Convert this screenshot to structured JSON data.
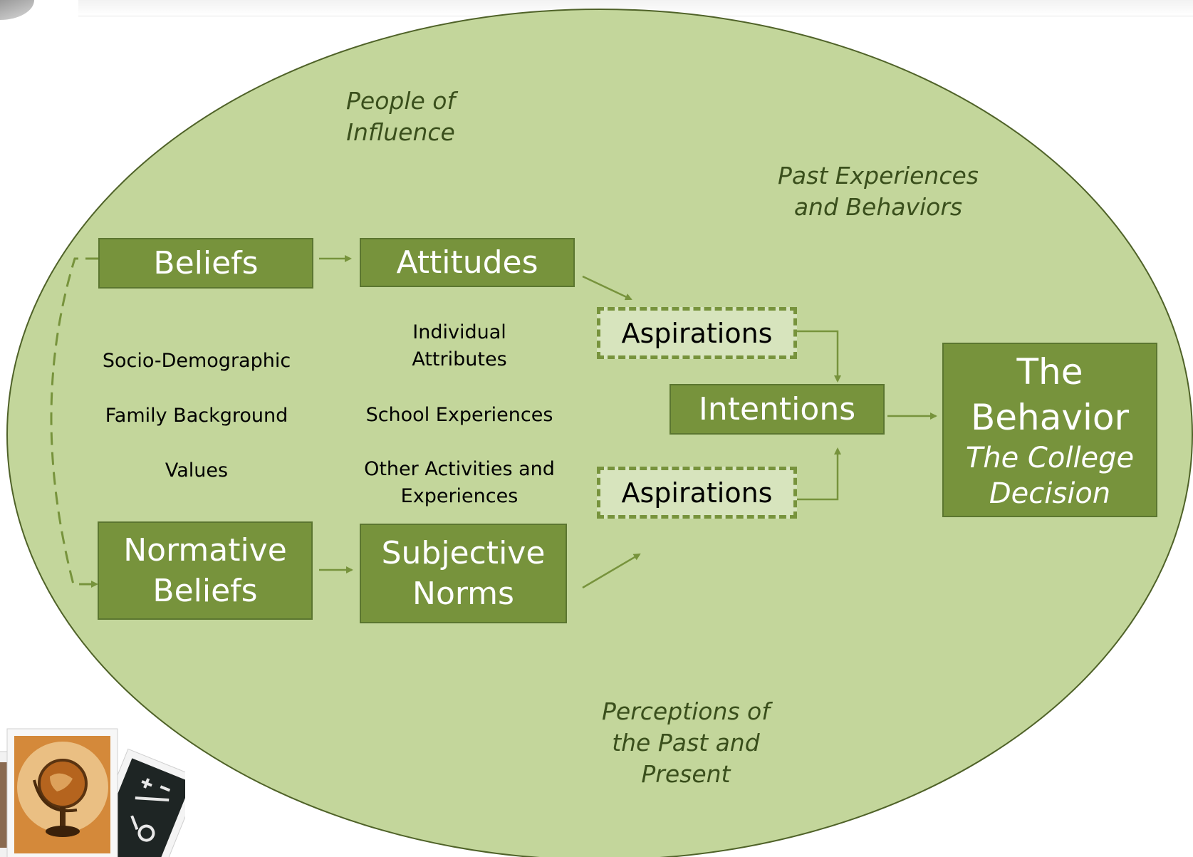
{
  "colors": {
    "ellipse_fill": "#c3d69b",
    "ellipse_stroke": "#4f6228",
    "box_fill": "#77933c",
    "box_border": "#5b7630",
    "dashed_fill": "#d7e4bd",
    "arrow": "#77933c",
    "italic_text": "#3a4f1c"
  },
  "context_labels": {
    "people_of_influence": [
      "People of",
      "Influence"
    ],
    "past_experiences": [
      "Past Experiences",
      "and Behaviors"
    ],
    "perceptions": [
      "Perceptions of",
      "the Past and",
      "Present"
    ]
  },
  "boxes": {
    "beliefs": "Beliefs",
    "attitudes": "Attitudes",
    "normative_beliefs": [
      "Normative",
      "Beliefs"
    ],
    "subjective_norms": [
      "Subjective",
      "Norms"
    ],
    "aspirations_top": "Aspirations",
    "aspirations_bottom": "Aspirations",
    "intentions": "Intentions",
    "behavior": {
      "title": [
        "The",
        "Behavior"
      ],
      "subtitle": [
        "The College",
        "Decision"
      ]
    }
  },
  "factors": {
    "left": [
      "Socio-Demographic",
      "Family Background",
      "Values"
    ],
    "middle": {
      "individual": [
        "Individual",
        "Attributes"
      ],
      "school": "School Experiences",
      "other": [
        "Other Activities and",
        "Experiences"
      ]
    }
  },
  "decor": {
    "photo_icons": [
      "globe-photo-icon",
      "chalkboard-math-photo-icon"
    ]
  }
}
